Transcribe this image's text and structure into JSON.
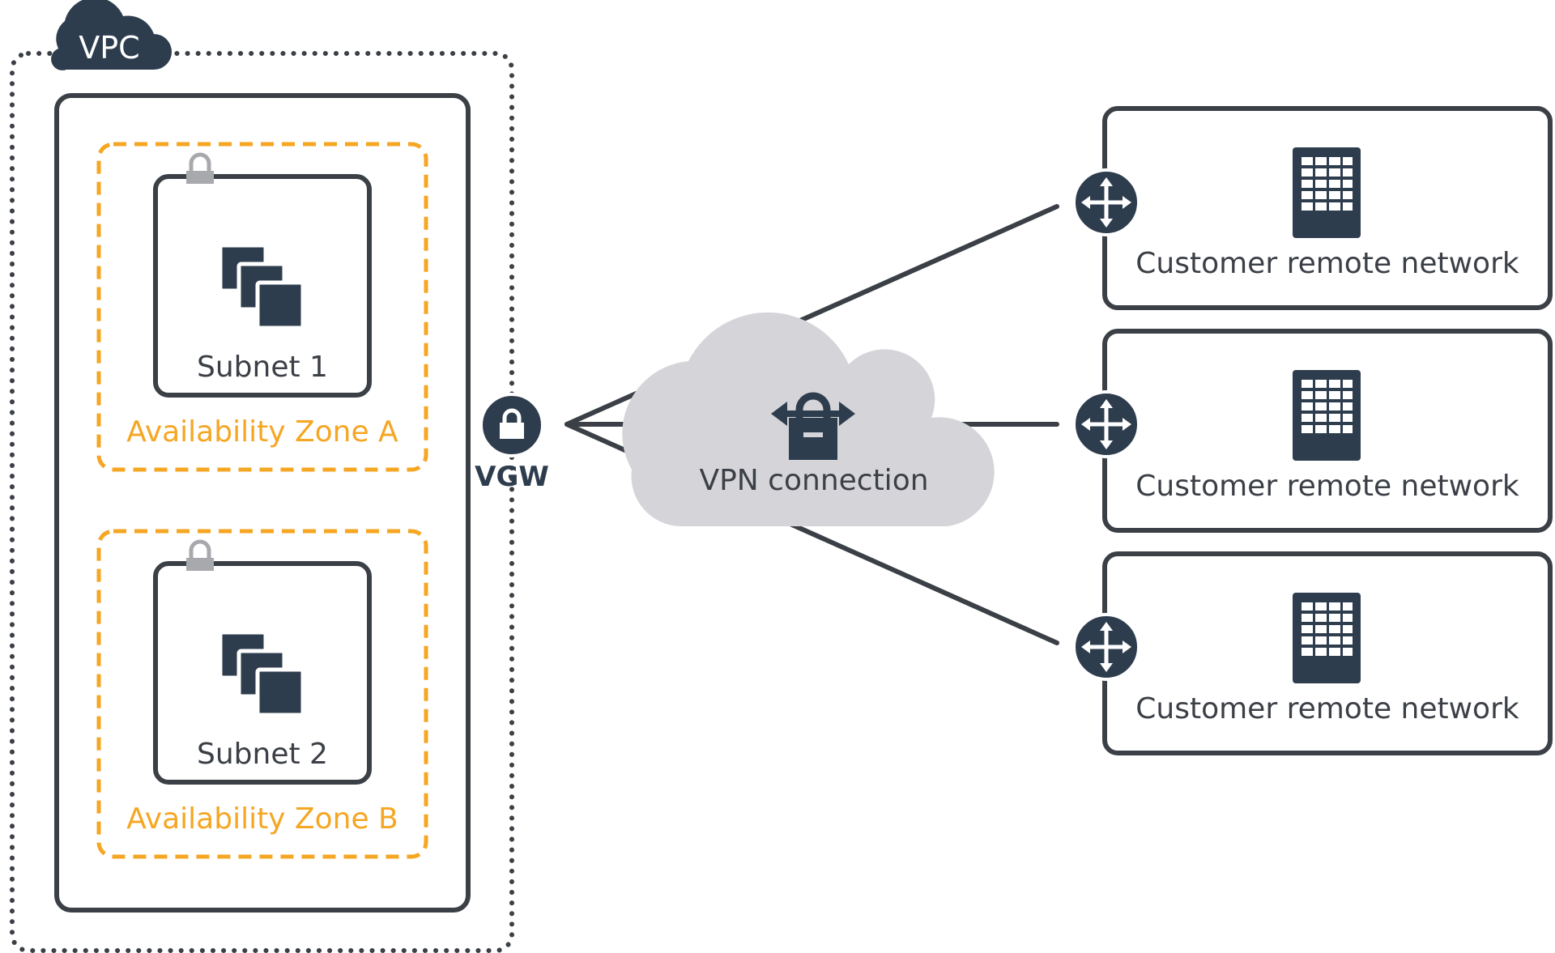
{
  "vpc": {
    "label": "VPC"
  },
  "subnets": [
    {
      "label": "Subnet 1",
      "zone_label": "Availability Zone A"
    },
    {
      "label": "Subnet 2",
      "zone_label": "Availability Zone B"
    }
  ],
  "gateway": {
    "label": "VGW"
  },
  "vpn": {
    "label": "VPN connection"
  },
  "customers": [
    {
      "label": "Customer remote network"
    },
    {
      "label": "Customer remote network"
    },
    {
      "label": "Customer remote network"
    }
  ],
  "colors": {
    "dark": "#2e3d4e",
    "line": "#3b3f46",
    "zone": "#f5a623",
    "cloud": "#d5d5d9",
    "lock_grey": "#a8a9ad",
    "text": "#3b3f46"
  },
  "icons": {
    "vpc_tag": "cloud-icon",
    "subnet": "instances-stack-icon",
    "subnet_lock": "padlock-icon",
    "gateway": "lock-circle-icon",
    "vpn": "lock-arrows-icon",
    "router": "router-icon",
    "customer": "datacenter-icon"
  }
}
